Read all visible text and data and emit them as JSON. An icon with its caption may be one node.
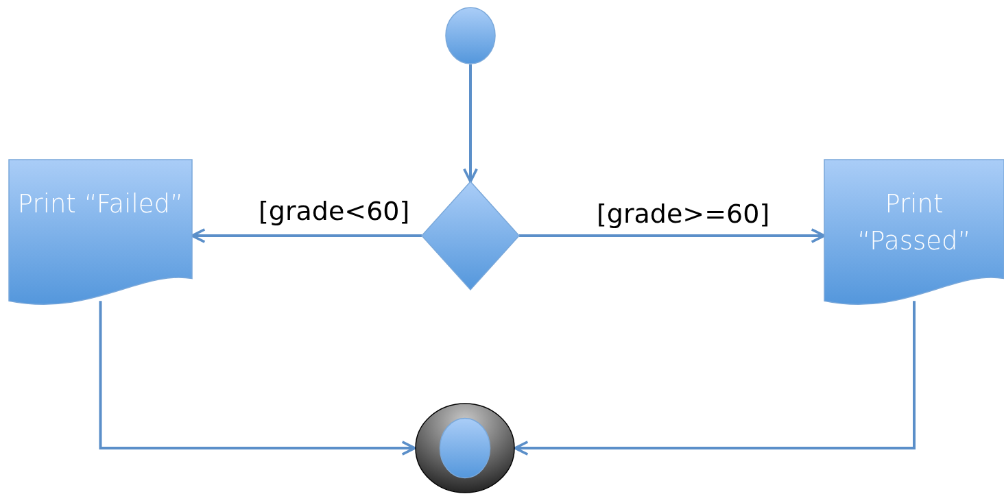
{
  "diagram": {
    "nodes": [
      {
        "text": [],
        "shape": "circle"
      },
      {
        "text": [],
        "shape": "diamond"
      },
      {
        "text": [
          "Print “Failed”"
        ]
      },
      {
        "text": [
          "Print “Passed”"
        ]
      },
      {
        "text": [],
        "shape": "circle"
      }
    ],
    "edges": [
      {
        "from": 0,
        "to": 1,
        "arrow": "to"
      },
      {
        "from": 1,
        "to": 2,
        "arrow": "to",
        "label": "[grade<60]"
      },
      {
        "from": 1,
        "to": 3,
        "arrow": "to",
        "label": "[grade>=60]"
      },
      {
        "from": 2,
        "to": 4,
        "arrow": "to"
      },
      {
        "from": 3,
        "to": 4,
        "arrow": "to"
      }
    ]
  }
}
